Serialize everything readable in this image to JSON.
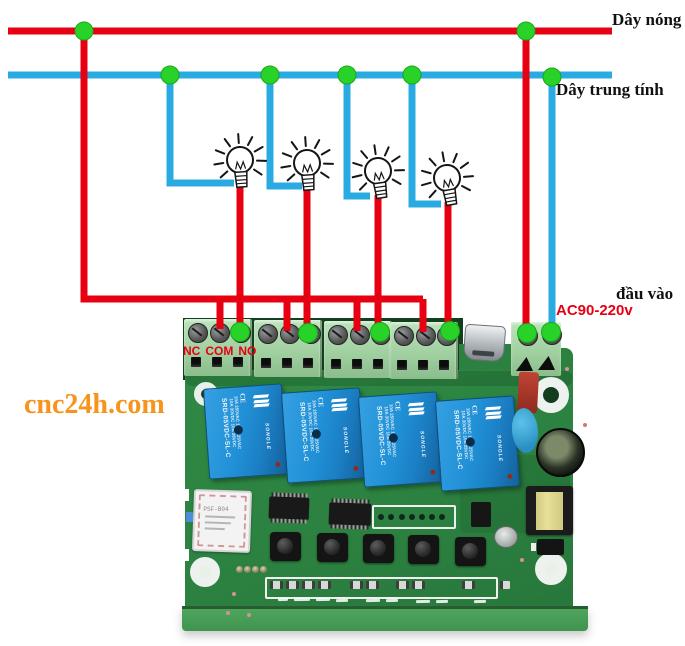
{
  "diagram": {
    "hot_wire_label": "Dây nóng",
    "neutral_wire_label": "Dây trung tính",
    "input_label": "đầu vào",
    "input_voltage": "AC90-220v",
    "terminal_nc": "NC",
    "terminal_com": "COM",
    "terminal_no": "NO",
    "watermark": "cnc24h.com"
  },
  "board": {
    "relay": {
      "model": "SRD-05VDC-SL-C",
      "brand": "SONGLE",
      "rating_ac": "10A 250VAC 10A 125VAC",
      "rating_dc": "10A 30VDC 10A 28VDC",
      "cert": "CE"
    },
    "wifi_module_label": "PSF-B04"
  },
  "colors": {
    "hot_wire": "#e60012",
    "neutral_wire": "#29abe2",
    "junction_dot": "#28d228",
    "pcb_green": "#2c8140",
    "relay_blue": "#1f8fd0",
    "terminal_green": "#a9d6a9",
    "watermark_orange": "#f7941d",
    "label_red": "#e60012"
  }
}
